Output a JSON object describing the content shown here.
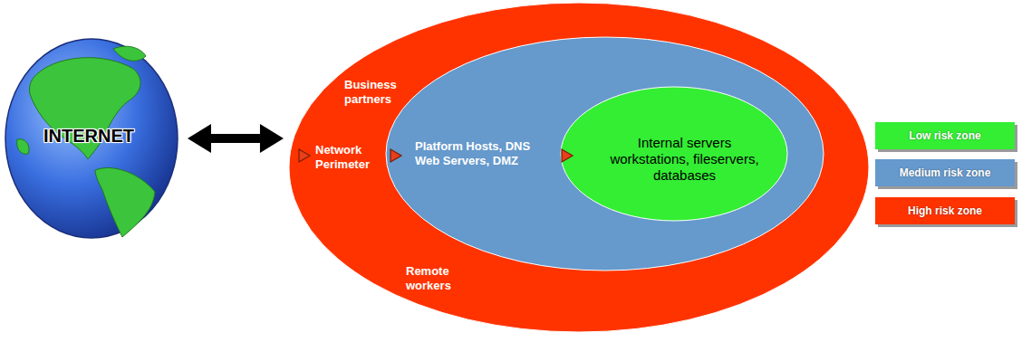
{
  "diagram": {
    "nodes": [
      {
        "text": [
          "INTERNET"
        ]
      },
      {
        "text": [
          "Business partners",
          "Network Perimeter",
          "Remote workers"
        ]
      },
      {
        "text": [
          "Platform Hosts, DNS Web Servers, DMZ"
        ],
        "in": 1
      },
      {
        "text": [
          "Internal servers workstations, fileservers, databases"
        ],
        "in": 2
      }
    ],
    "edges": [
      {
        "from": 0,
        "to": 1,
        "arrow": "both"
      }
    ],
    "legend": [
      {
        "text": "Low risk zone",
        "color": "#33ee33"
      },
      {
        "text": "Medium risk zone",
        "color": "#6699cc"
      },
      {
        "text": "High risk zone",
        "color": "#ff3300"
      }
    ]
  }
}
